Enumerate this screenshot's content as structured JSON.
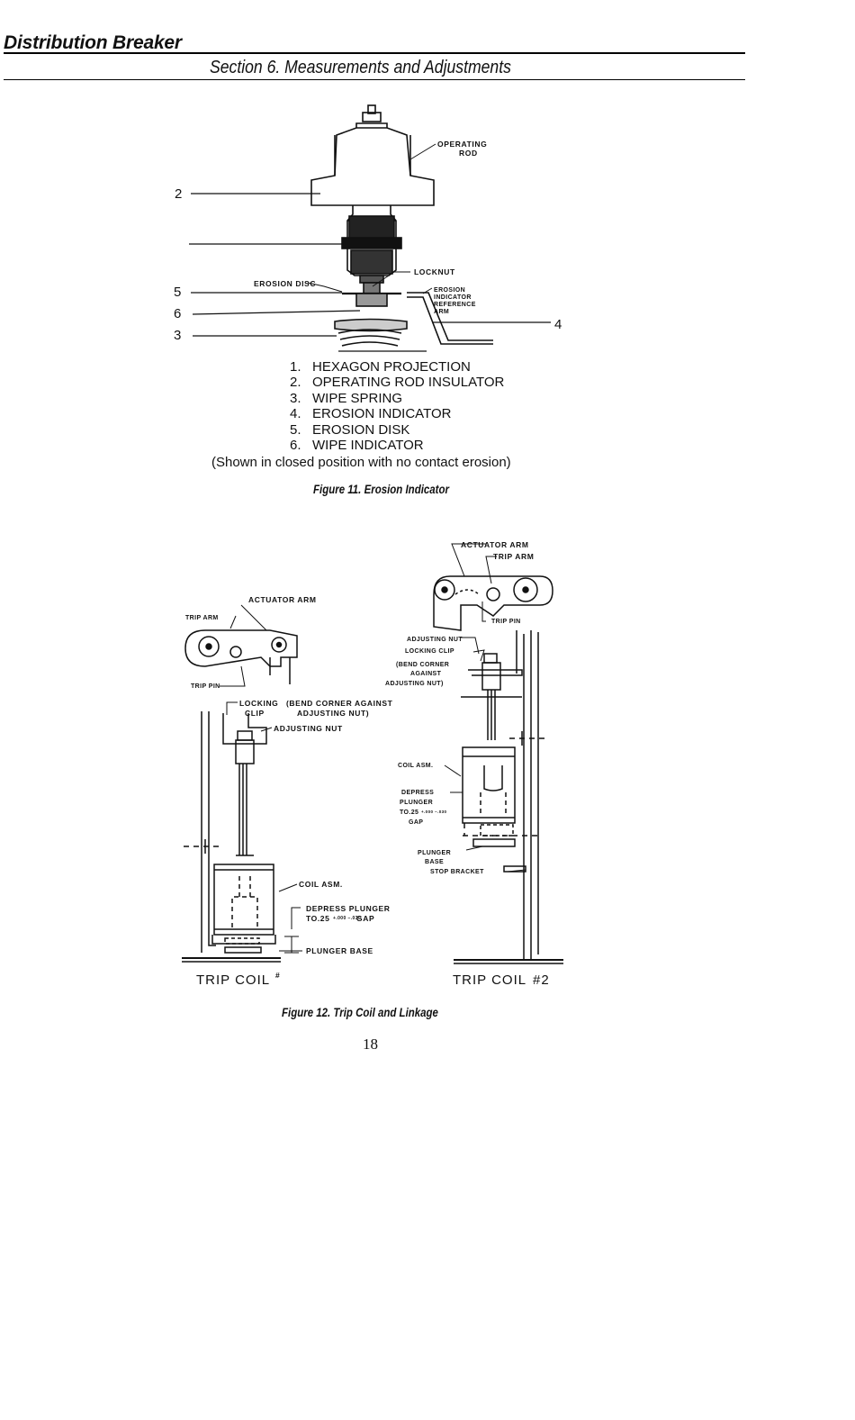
{
  "header": {
    "title": "Distribution Breaker",
    "section": "Section 6.  Measurements and Adjustments"
  },
  "figure11": {
    "labels": {
      "operating_rod_1": "OPERATING",
      "operating_rod_2": "ROD",
      "locknut": "LOCKNUT",
      "erosion_disc": "EROSION DISC",
      "ref_arm_1": "EROSION",
      "ref_arm_2": "INDICATOR",
      "ref_arm_3": "REFERENCE",
      "ref_arm_4": "ARM"
    },
    "callouts": {
      "c2": "2",
      "c5": "5",
      "c6": "6",
      "c3": "3",
      "c4": "4"
    },
    "legend": [
      {
        "num": "1.",
        "text": "HEXAGON PROJECTION"
      },
      {
        "num": "2.",
        "text": "OPERATING ROD INSULATOR"
      },
      {
        "num": "3.",
        "text": "WIPE SPRING"
      },
      {
        "num": "4.",
        "text": "EROSION INDICATOR"
      },
      {
        "num": "5.",
        "text": "EROSION DISK"
      },
      {
        "num": "6.",
        "text": "WIPE INDICATOR"
      }
    ],
    "note": "(Shown in closed position with no contact erosion)",
    "caption": "Figure 11.  Erosion Indicator"
  },
  "figure12": {
    "left": {
      "actuator_arm": "ACTUATOR ARM",
      "trip_arm": "TRIP ARM",
      "trip_pin": "TRIP PIN",
      "locking_clip_1": "LOCKING",
      "locking_clip_2": "CLIP",
      "bend_1": "(BEND CORNER AGAINST",
      "bend_2": "ADJUSTING NUT)",
      "adjusting_nut": "ADJUSTING NUT",
      "coil_asm": "COIL ASM.",
      "depress_1": "DEPRESS PLUNGER",
      "depress_2": "TO.25",
      "depress_tol": "+.000 −.030",
      "depress_3": "GAP",
      "plunger_base": "PLUNGER BASE",
      "title": "TRIP COIL",
      "title_mark": "#"
    },
    "right": {
      "actuator_arm": "ACTUATOR ARM",
      "trip_arm": "TRIP ARM",
      "trip_pin": "TRIP PIN",
      "adjusting_nut": "ADJUSTING NUT",
      "locking_clip": "LOCKING CLIP",
      "bend_1": "(BEND CORNER",
      "bend_2": "AGAINST",
      "bend_3": "ADJUSTING NUT)",
      "coil_asm": "COIL ASM.",
      "depress_1": "DEPRESS",
      "depress_2": "PLUNGER",
      "depress_3": "TO.25",
      "depress_tol": "+.000 −.030",
      "depress_4": "GAP",
      "plunger_1": "PLUNGER",
      "plunger_2": "BASE",
      "plunger_3": "STOP BRACKET",
      "title": "TRIP COIL",
      "title_mark": "#2"
    },
    "caption": "Figure 12.  Trip Coil and Linkage"
  },
  "page_number": "18"
}
